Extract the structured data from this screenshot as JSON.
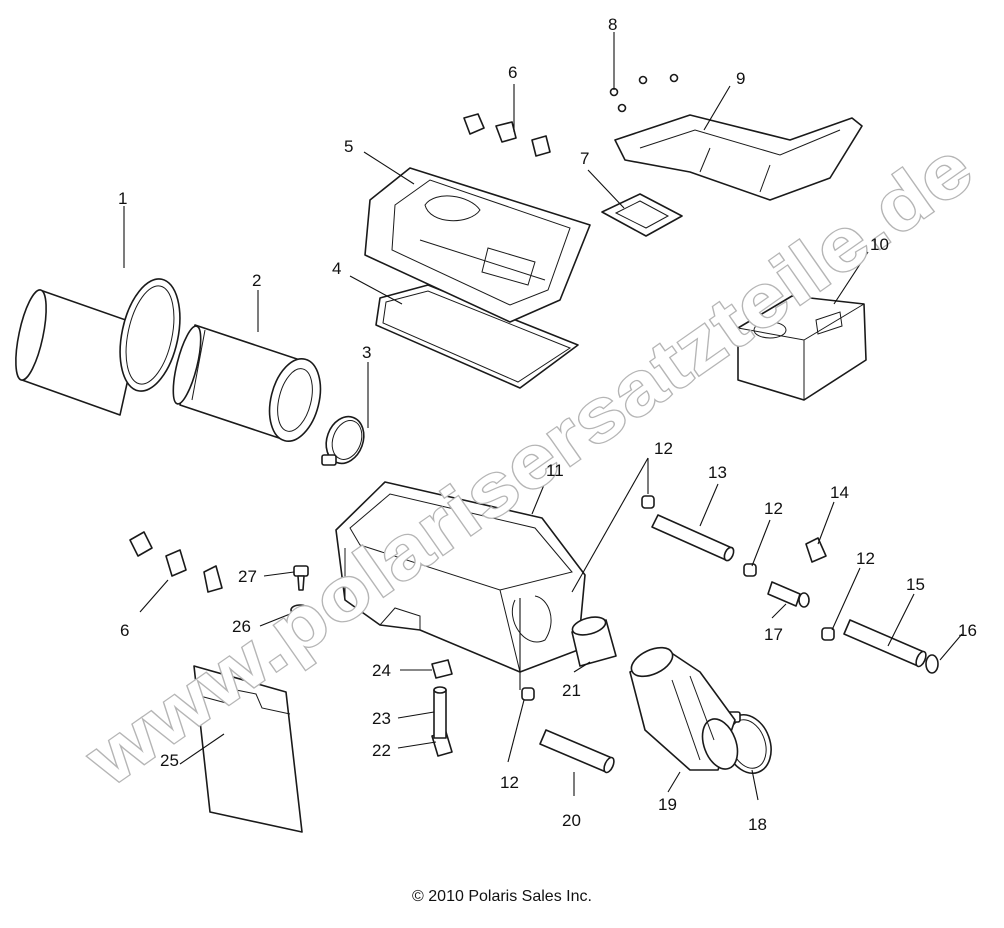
{
  "copyright": "© 2010 Polaris Sales Inc.",
  "watermark": "www.polarisersatzteile.de",
  "callouts": [
    "1",
    "2",
    "3",
    "4",
    "5",
    "6",
    "7",
    "8",
    "9",
    "10",
    "11",
    "12",
    "13",
    "14",
    "15",
    "16",
    "17",
    "18",
    "19",
    "20",
    "21",
    "22",
    "23",
    "24",
    "25",
    "26",
    "27"
  ],
  "colors": {
    "line": "#1a1a1a",
    "watermark_outline": "#b5b5b5",
    "background": "#ffffff"
  }
}
